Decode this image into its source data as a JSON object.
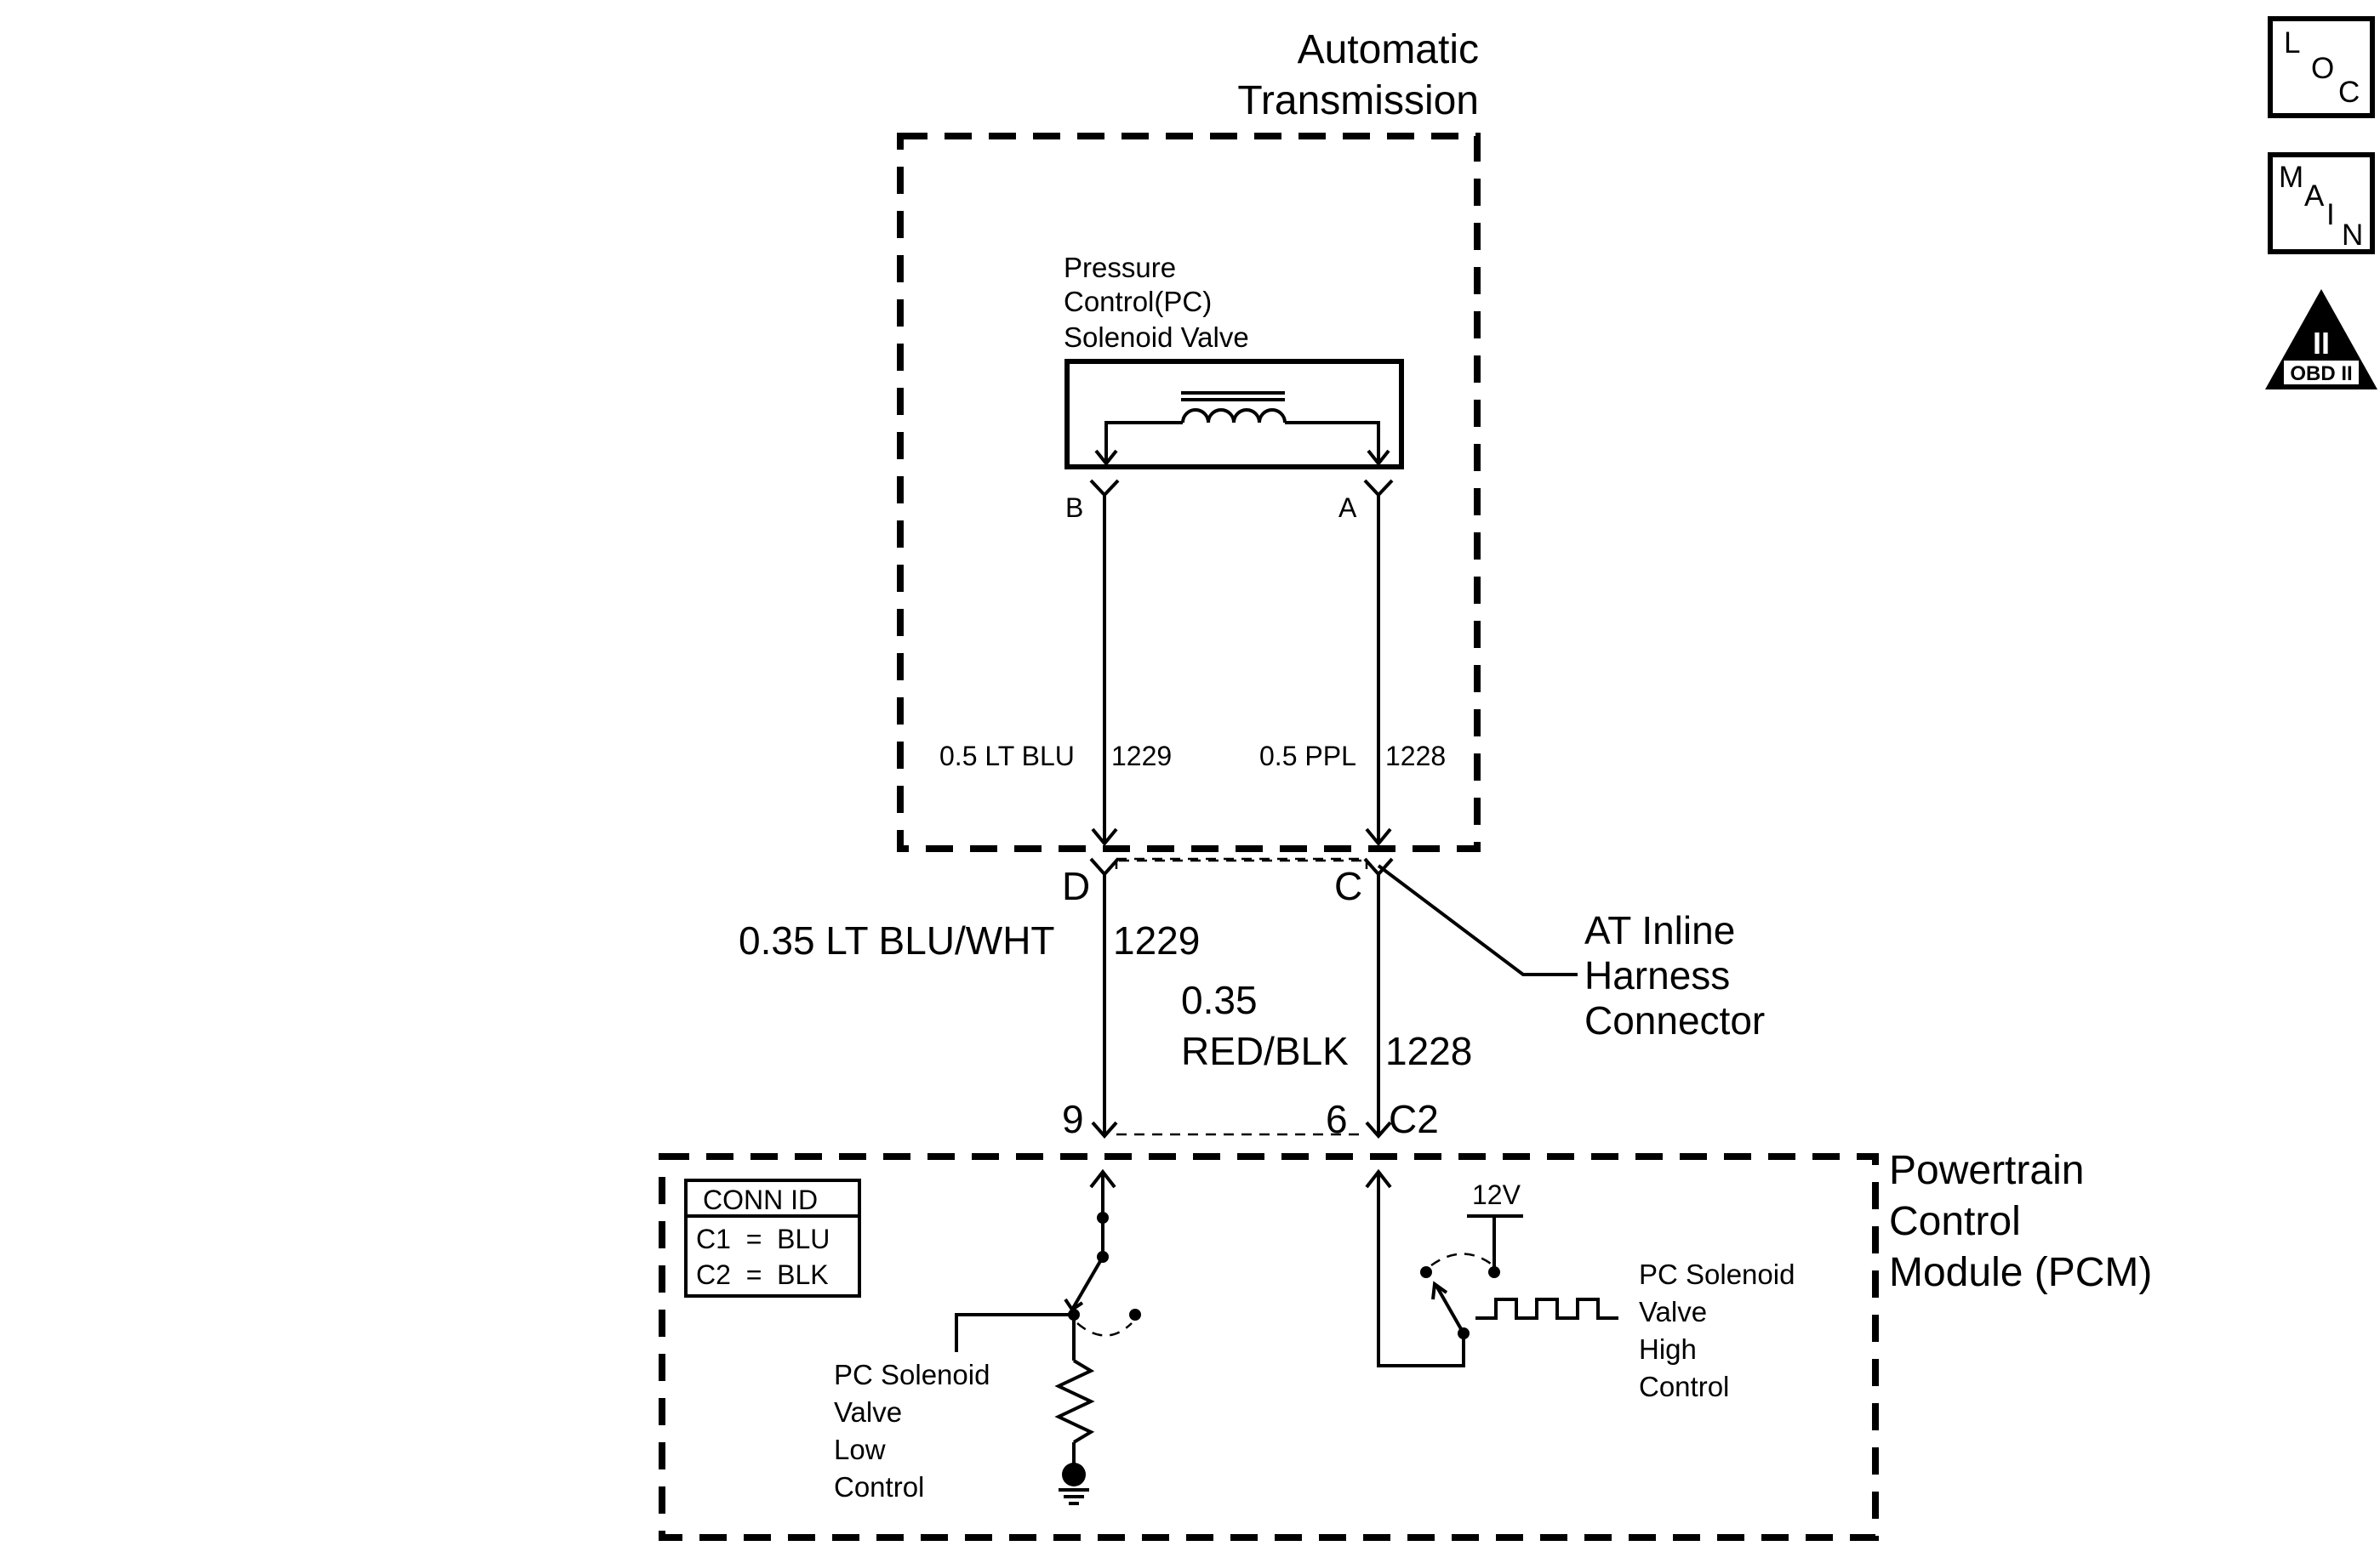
{
  "modules": {
    "transmission": {
      "line1": "Automatic",
      "line2": "Transmission"
    },
    "pcm": {
      "line1": "Powertrain",
      "line2": "Control",
      "line3": "Module (PCM)"
    }
  },
  "solenoid": {
    "line1": "Pressure",
    "line2": "Control(PC)",
    "line3": "Solenoid Valve",
    "pin_b": "B",
    "pin_a": "A"
  },
  "wires": {
    "trans_left": {
      "size_color": "0.5 LT BLU",
      "circuit": "1229"
    },
    "trans_right": {
      "size_color": "0.5 PPL",
      "circuit": "1228"
    },
    "harness_left": {
      "size_color": "0.35 LT BLU/WHT",
      "circuit": "1229"
    },
    "harness_right": {
      "line1": "0.35",
      "size_color": "RED/BLK",
      "circuit": "1228"
    }
  },
  "connector": {
    "pin_d": "D",
    "pin_c": "C",
    "label_line1": "AT Inline",
    "label_line2": "Harness",
    "label_line3": "Connector",
    "pcm_pin_9": "9",
    "pcm_pin_6": "6",
    "pcm_conn": "C2"
  },
  "conn_id": {
    "header": "CONN ID",
    "row1": "C1  =  BLU",
    "row2": "C2  =  BLK"
  },
  "low_control": {
    "line1": "PC Solenoid",
    "line2": "Valve",
    "line3": "Low",
    "line4": "Control"
  },
  "high_control": {
    "line1": "PC Solenoid",
    "line2": "Valve",
    "line3": "High",
    "line4": "Control",
    "voltage": "12V"
  },
  "nav_icons": {
    "loc": [
      "L",
      "O",
      "C"
    ],
    "main": [
      "M",
      "A",
      "I",
      "N"
    ],
    "obd": {
      "roman": "II",
      "text": "OBD II"
    }
  }
}
